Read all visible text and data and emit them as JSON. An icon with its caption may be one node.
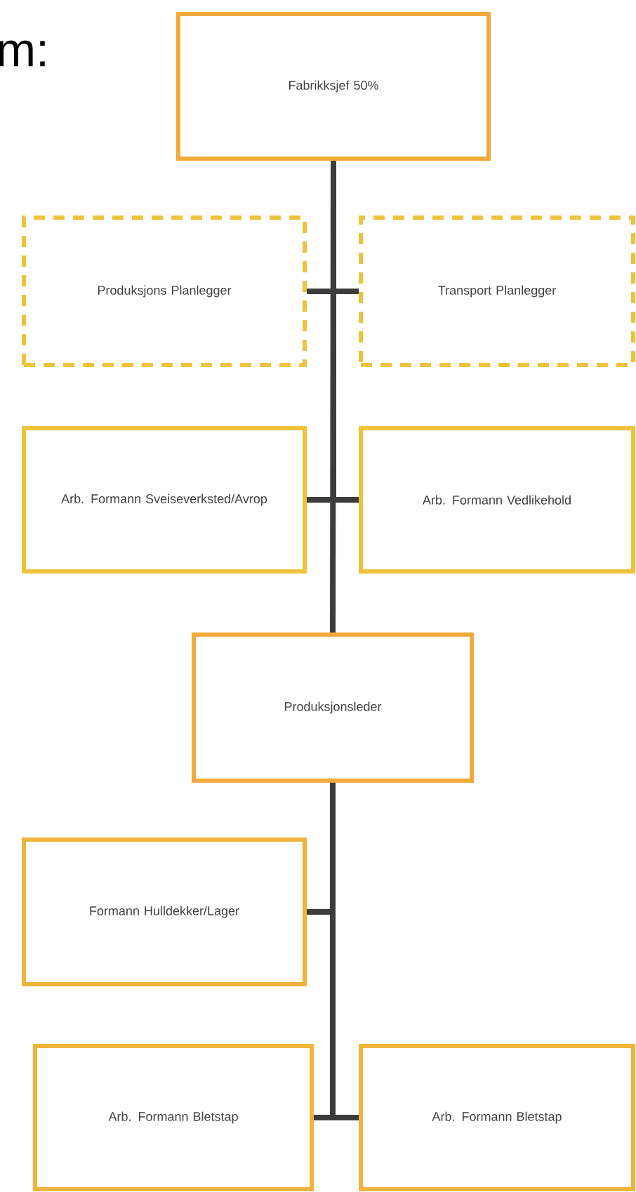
{
  "diagram": {
    "nodes": [
      {
        "text": [
          "Fabrikksjef 50%"
        ]
      },
      {
        "text": [
          "Produksjons Planlegger"
        ]
      },
      {
        "text": [
          "Transport Planlegger"
        ]
      },
      {
        "text": [
          "Arb. Formann Sveiseverksted/Avrop"
        ]
      },
      {
        "text": [
          "Arb. Formann Vedlikehold"
        ]
      },
      {
        "text": [
          "Produksjonsleder"
        ]
      },
      {
        "text": [
          "Formann Hulldekker/Lager"
        ]
      },
      {
        "text": [
          "Arb. Formann Bletstap"
        ]
      },
      {
        "text": [
          "Arb. Formann Bletstap"
        ]
      }
    ],
    "edges": [
      {
        "from": 0,
        "to": 1,
        "arrow": "none"
      },
      {
        "from": 0,
        "to": 2,
        "arrow": "none"
      },
      {
        "from": 0,
        "to": 3,
        "arrow": "none"
      },
      {
        "from": 0,
        "to": 4,
        "arrow": "none"
      },
      {
        "from": 0,
        "to": 5,
        "arrow": "none"
      },
      {
        "from": 5,
        "to": 6,
        "arrow": "none"
      },
      {
        "from": 5,
        "to": 7,
        "arrow": "none"
      },
      {
        "from": 5,
        "to": 8,
        "arrow": "none"
      }
    ],
    "labels": [
      "m:"
    ]
  }
}
